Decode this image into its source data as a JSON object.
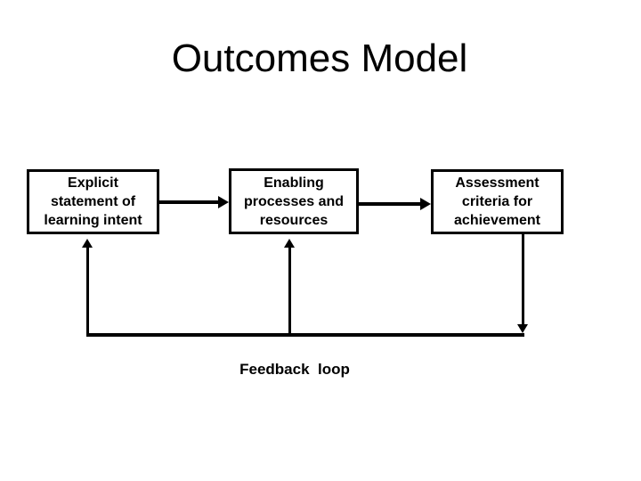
{
  "slide": {
    "title": "Outcomes Model",
    "background_color": "#FFFFFF",
    "text_color": "#000000",
    "line_color": "#000000"
  },
  "diagram": {
    "type": "flowchart",
    "nodes": [
      {
        "id": "explicit-statement",
        "text": "Explicit statement of learning intent",
        "lines": [
          "Explicit",
          "statement of",
          "learning intent"
        ]
      },
      {
        "id": "enabling-processes",
        "text": "Enabling processes and resources",
        "lines": [
          "Enabling",
          "processes and",
          "resources"
        ]
      },
      {
        "id": "assessment-criteria",
        "text": "Assessment criteria for achievement",
        "lines": [
          "Assessment",
          "criteria for",
          "achievement"
        ]
      }
    ],
    "forward_connections": [
      {
        "from": "explicit-statement",
        "to": "enabling-processes"
      },
      {
        "from": "enabling-processes",
        "to": "assessment-criteria"
      }
    ],
    "feedback_loop": {
      "label": "Feedback  loop",
      "from": "assessment-criteria",
      "to": [
        "explicit-statement",
        "enabling-processes"
      ]
    }
  }
}
